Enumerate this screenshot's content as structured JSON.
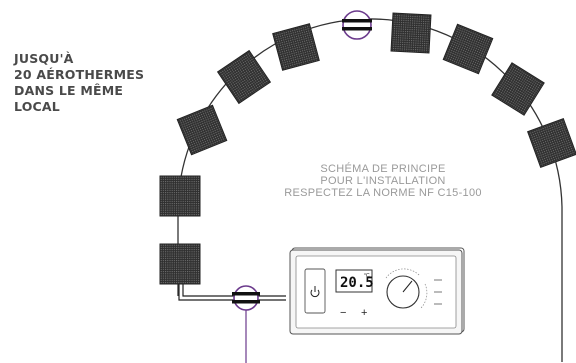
{
  "headline": {
    "lines": [
      "JUSQU'À",
      "20 AÉROTHERMES",
      "DANS LE MÊME",
      "LOCAL"
    ]
  },
  "caption": {
    "lines": [
      "SCHÉMA DE PRINCIPE",
      "POUR L'INSTALLATION",
      "RESPECTEZ LA NORME NF C15-100"
    ]
  },
  "thermostat": {
    "display_value": "20.5",
    "display_unit": "°C",
    "minus_label": "−",
    "plus_label": "+"
  },
  "colors": {
    "connector_accent": "#6b3a8c",
    "text": "#4a4a4a",
    "caption": "#9a9a9a",
    "heater": "#2f2f2f"
  },
  "icons": [
    "power-icon",
    "control-dial-icon",
    "cable-connector-icon",
    "aerotherme-icon"
  ]
}
